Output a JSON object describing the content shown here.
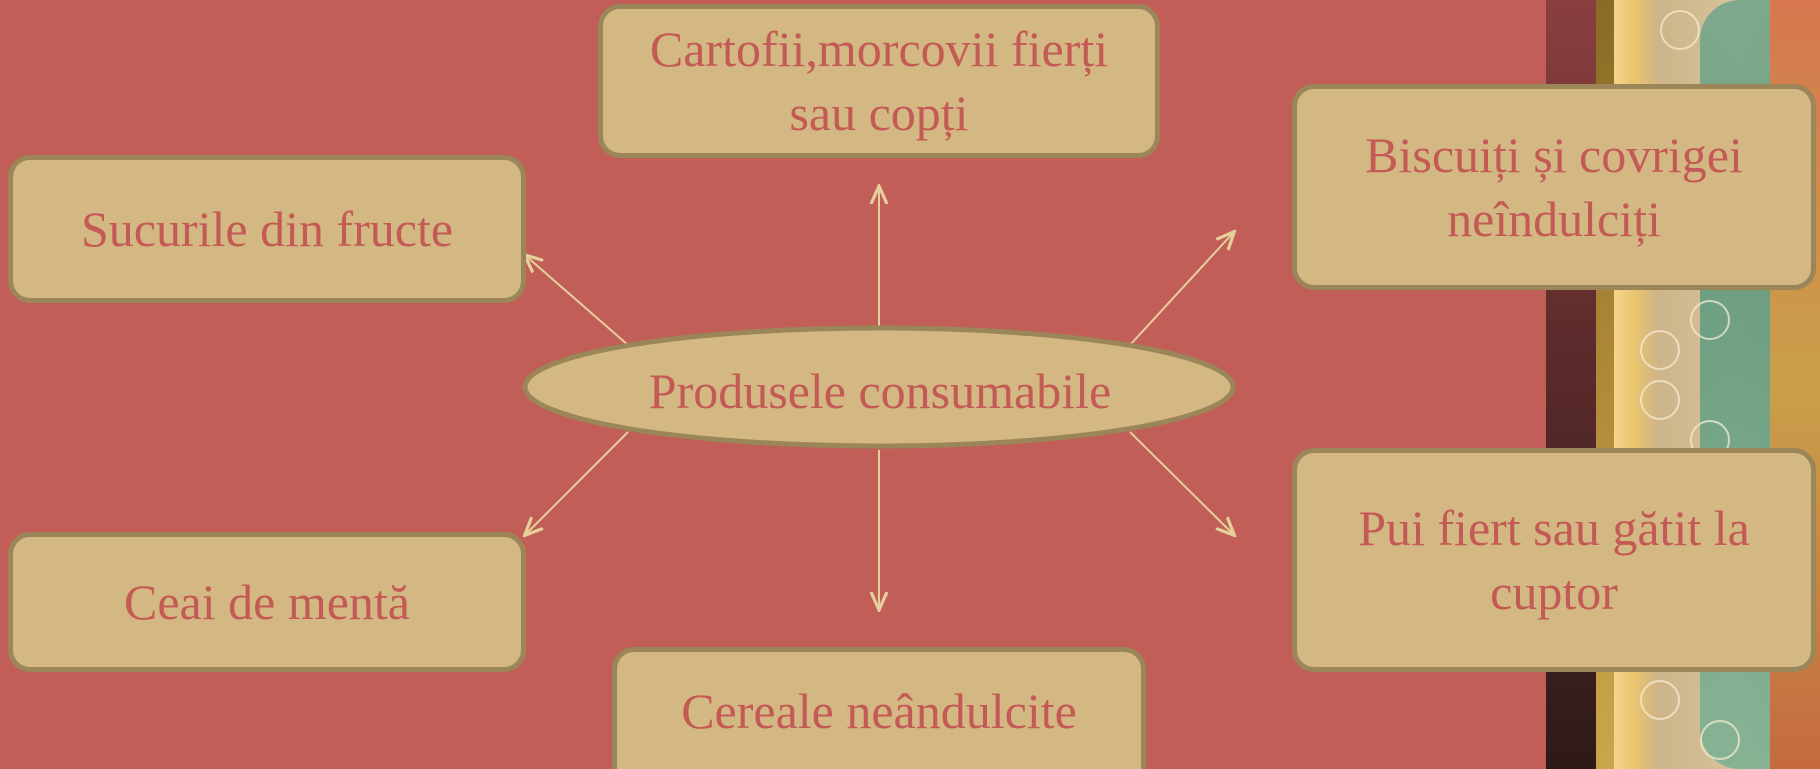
{
  "diagram": {
    "center": {
      "label": "Produsele consumabile"
    },
    "nodes": [
      {
        "id": "top",
        "label": "Cartofii,morcovii fierți sau copți"
      },
      {
        "id": "upper-left",
        "label": "Sucurile din fructe"
      },
      {
        "id": "upper-right",
        "label": "Biscuiți și covrigei neîndulciți"
      },
      {
        "id": "lower-left",
        "label": "Ceai de mentă"
      },
      {
        "id": "lower-right",
        "label": "Pui fiert sau gătit la cuptor"
      },
      {
        "id": "bottom",
        "label": "Cereale neândulcite"
      }
    ]
  },
  "colors": {
    "background": "#c15e58",
    "box_fill": "#d4b884",
    "box_border": "#9b8659",
    "text": "#c45a55",
    "arrow": "#e6cf9a"
  }
}
